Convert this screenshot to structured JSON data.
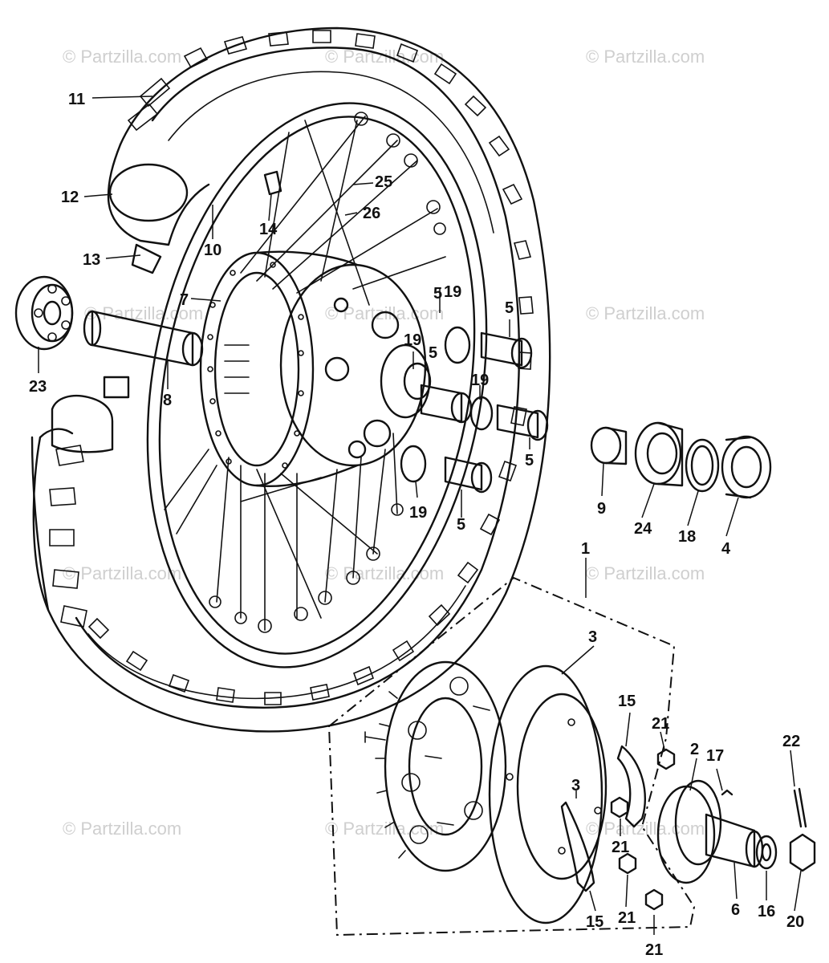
{
  "watermark": "© Partzilla.com",
  "callouts": [
    "1",
    "2",
    "3",
    "3",
    "4",
    "5",
    "5",
    "5",
    "5",
    "5",
    "6",
    "7",
    "8",
    "9",
    "10",
    "11",
    "12",
    "13",
    "14",
    "15",
    "15",
    "16",
    "17",
    "18",
    "19",
    "19",
    "19",
    "19",
    "20",
    "21",
    "21",
    "21",
    "21",
    "22",
    "23",
    "24",
    "25",
    "26"
  ]
}
